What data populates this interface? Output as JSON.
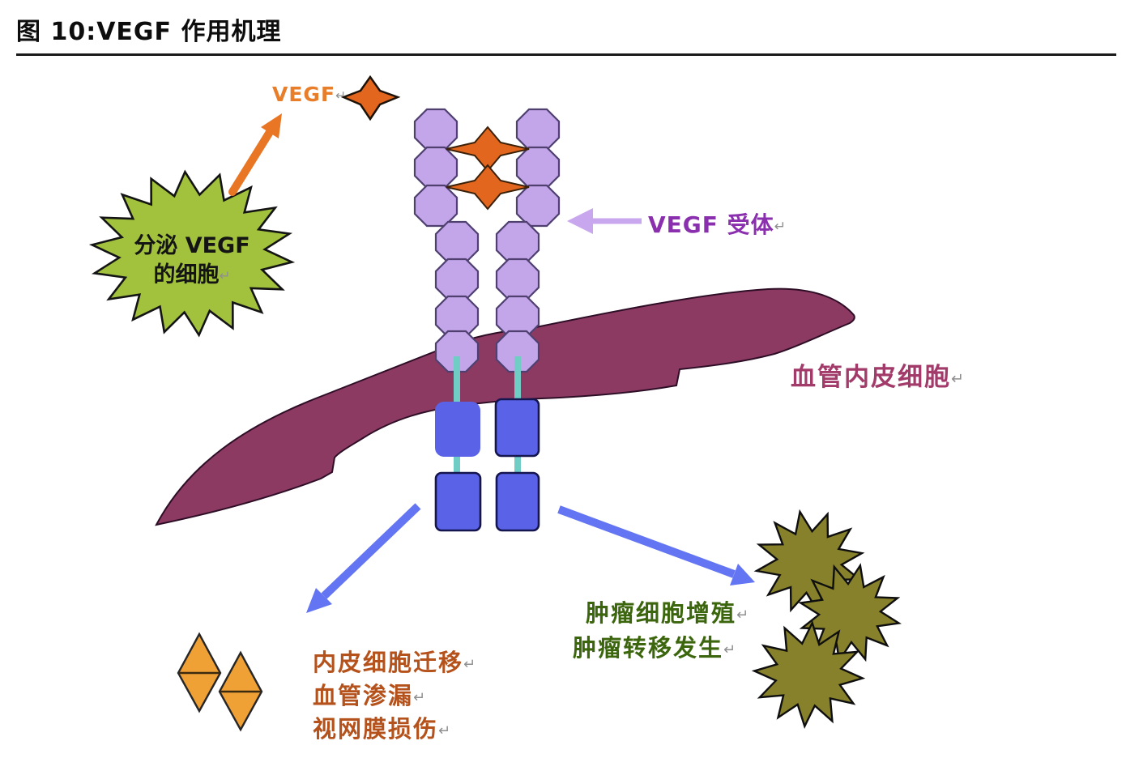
{
  "figure": {
    "title": "图 10:VEGF 作用机理"
  },
  "labels": {
    "vegf": "VEGF",
    "secreting_cell": {
      "line1": "分泌 VEGF",
      "line2": "的细胞"
    },
    "vegf_receptor": "VEGF 受体",
    "endothelial_cell": "血管内皮细胞",
    "left_outcomes": [
      "内皮细胞迁移",
      "血管渗漏",
      "视网膜损伤"
    ],
    "right_outcomes": [
      "肿瘤细胞增殖",
      "肿瘤转移发生"
    ]
  },
  "marks": {
    "return": "↵"
  },
  "colors": {
    "vegf_orange": "#e2661e",
    "orange_arrow": "#e87624",
    "receptor_fill_purple": "#c3a5ea",
    "receptor_label_purple": "#8a2fae",
    "receptor_arrow_lavender": "#c9a7ef",
    "membrane_maroon": "#8d3a63",
    "endothelial_text": "#a23a6a",
    "secreting_cell_green": "#a2c23e",
    "kinase_blue": "#5a63e8",
    "connector_cyan": "#6fcdc5",
    "signal_arrow_blue": "#6375f2",
    "tumor_olive": "#87812b",
    "outcome_text_orange": "#b5521c",
    "outcome_text_green": "#3c660d",
    "diamond_orange": "#f0a136"
  }
}
